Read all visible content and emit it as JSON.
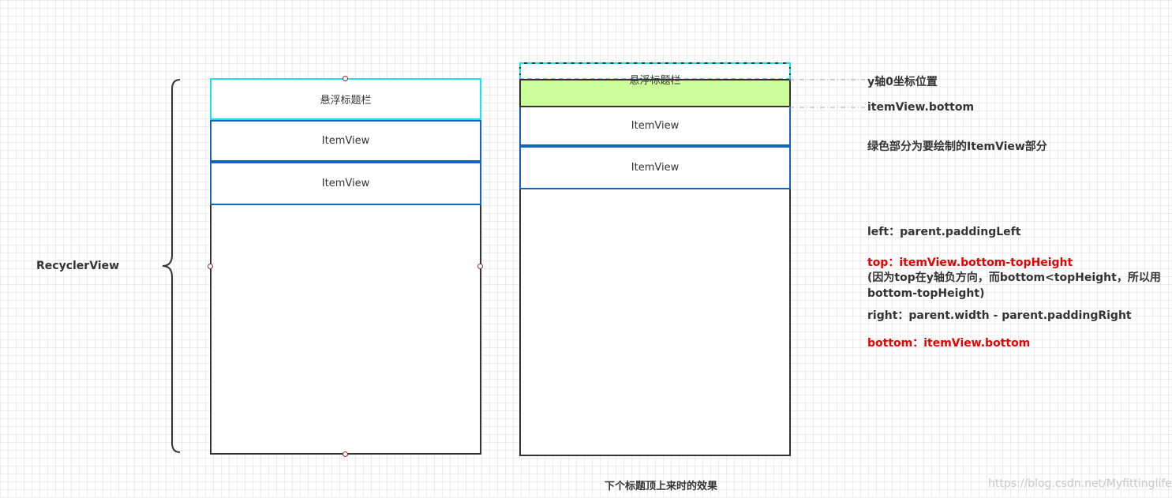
{
  "left_diagram": {
    "container_label": "RecyclerView",
    "header_label": "悬浮标题栏",
    "items": [
      "ItemView",
      "ItemView"
    ]
  },
  "right_diagram": {
    "header_label": "悬浮标题栏",
    "items": [
      "ItemView",
      "ItemView"
    ],
    "caption": "下个标题顶上来时的效果"
  },
  "annotations": {
    "y_axis_zero": "y轴0坐标位置",
    "item_bottom": "itemView.bottom",
    "green_note": "绿色部分为要绘制的ItemView部分",
    "left": "left：parent.paddingLeft",
    "top": "top：itemView.bottom-topHeight",
    "top_note": "(因为top在y轴负方向，而bottom<topHeight，所以用bottom-topHeight)",
    "right": "right：parent.width - parent.paddingRight",
    "bottom": "bottom：itemView.bottom"
  },
  "watermark": "https://blog.csdn.net/Myfittinglife",
  "colors": {
    "cyan": "#19e3e8",
    "blue": "#1565c0",
    "green_fill": "#ccff99",
    "red": "#e60000",
    "frame": "#333333"
  }
}
